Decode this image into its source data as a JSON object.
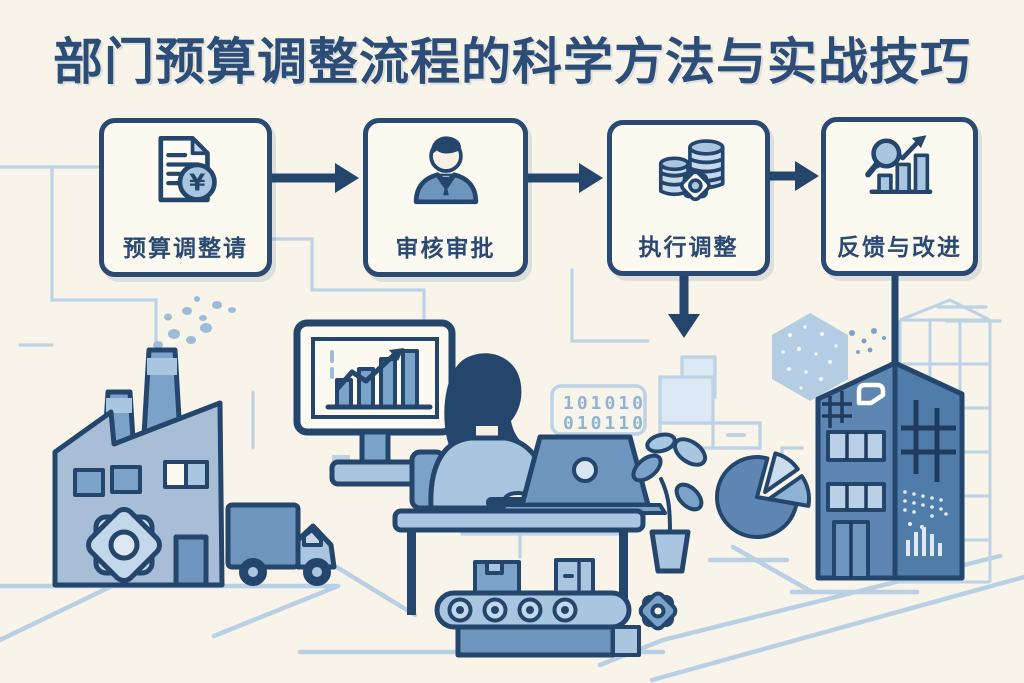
{
  "title": "部门预算调整流程的科学方法与实战技巧",
  "flow": {
    "steps": [
      {
        "label": "预算调整请",
        "icon": "document-yuan-icon"
      },
      {
        "label": "审核审批",
        "icon": "approver-person-icon"
      },
      {
        "label": "执行调整",
        "icon": "coins-gear-icon"
      },
      {
        "label": "反馈与改进",
        "icon": "chart-magnifier-icon"
      }
    ],
    "yuan_symbol": "¥"
  },
  "illustration": {
    "binary_line1": "101010",
    "binary_line2": "010110"
  },
  "colors": {
    "background_cream": "#f8f4ea",
    "outline_navy": "#24466d",
    "title_navy": "#2b4d78",
    "mid_blue": "#6d95bd",
    "light_blue": "#a9c6e0",
    "pale_blue": "#c6d9ea",
    "line_blue": "#bdd2e4",
    "binary_blue": "#8fb3d4"
  }
}
